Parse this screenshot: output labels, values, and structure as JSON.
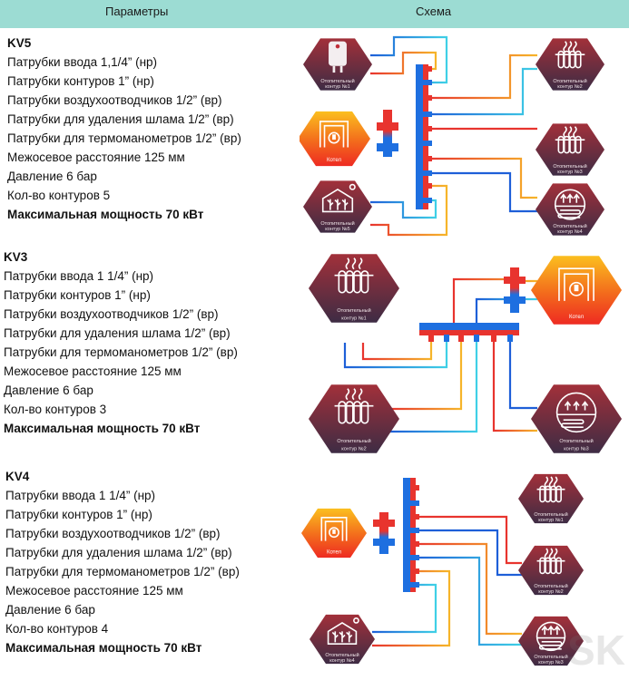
{
  "header": {
    "params": "Параметры",
    "scheme": "Схема"
  },
  "colors": {
    "header_bg": "#9cdcd3",
    "hot": "#e8342e",
    "cold": "#1e6fe0",
    "hex_dark": "#6a2a3a",
    "boiler": "#f57a1a"
  },
  "specs": [
    {
      "id": "kv5",
      "title": "KV5",
      "lines": [
        "Патрубки ввода 1,1/4” (нр)",
        "Патрубки контуров 1” (нр)",
        "Патрубки воздухоотводчиков 1/2” (вр)",
        "Патрубки для удаления шлама 1/2” (вр)",
        "Патрубки для термоманометров 1/2” (вр)",
        "Межосевое расстояние 125 мм",
        "Давление 6 бар",
        "Кол-во контуров 5"
      ],
      "power": "Максимальная мощность 70 кВт"
    },
    {
      "id": "kv3",
      "title": "KV3",
      "lines": [
        "Патрубки ввода 1 1/4” (нр)",
        "Патрубки контуров 1” (нр)",
        "Патрубки воздухоотводчиков 1/2” (вр)",
        "Патрубки для удаления шлама 1/2” (вр)",
        "Патрубки для термоманометров 1/2” (вр)",
        "Межосевое расстояние 125 мм",
        "Давление 6 бар",
        "Кол-во контуров 3"
      ],
      "power": "Максимальная мощность 70 кВт"
    },
    {
      "id": "kv4",
      "title": "KV4",
      "lines": [
        "Патрубки ввода 1 1/4” (нр)",
        "Патрубки контуров 1” (нр)",
        "Патрубки воздухоотводчиков 1/2” (вр)",
        "Патрубки для удаления шлама 1/2” (вр)",
        "Патрубки для термоманометров 1/2” (вр)",
        "Межосевое расстояние 125 мм",
        "Давление 6 бар",
        "Кол-во контуров 4"
      ],
      "power": "Максимальная мощность 70 кВт"
    }
  ],
  "diagrams": {
    "kv5": {
      "boiler_label": "Котел",
      "nodes": [
        {
          "icon": "water-heater",
          "label1": "Отопительный",
          "label2": "контур №1"
        },
        {
          "icon": "radiator",
          "label1": "Отопительный",
          "label2": "контур №2"
        },
        {
          "icon": "radiator",
          "label1": "Отопительный",
          "label2": "контур №3"
        },
        {
          "icon": "underfloor-heating",
          "label1": "Отопительный",
          "label2": "контур №4"
        },
        {
          "icon": "greenhouse",
          "label1": "Отопительный",
          "label2": "контур №5"
        }
      ]
    },
    "kv3": {
      "boiler_label": "Котел",
      "nodes": [
        {
          "icon": "radiator",
          "label1": "Отопительный",
          "label2": "контур №1"
        },
        {
          "icon": "radiator",
          "label1": "Отопительный",
          "label2": "контур №2"
        },
        {
          "icon": "underfloor-heating",
          "label1": "Отопительный",
          "label2": "контур №3"
        }
      ]
    },
    "kv4": {
      "boiler_label": "Котел",
      "nodes": [
        {
          "icon": "radiator",
          "label1": "Отопительный",
          "label2": "контур №1"
        },
        {
          "icon": "radiator",
          "label1": "Отопительный",
          "label2": "контур №2"
        },
        {
          "icon": "underfloor-heating",
          "label1": "Отопительный",
          "label2": "контур №3"
        },
        {
          "icon": "greenhouse",
          "label1": "Отопительный",
          "label2": "контур №4"
        }
      ]
    }
  },
  "watermark": "SK"
}
